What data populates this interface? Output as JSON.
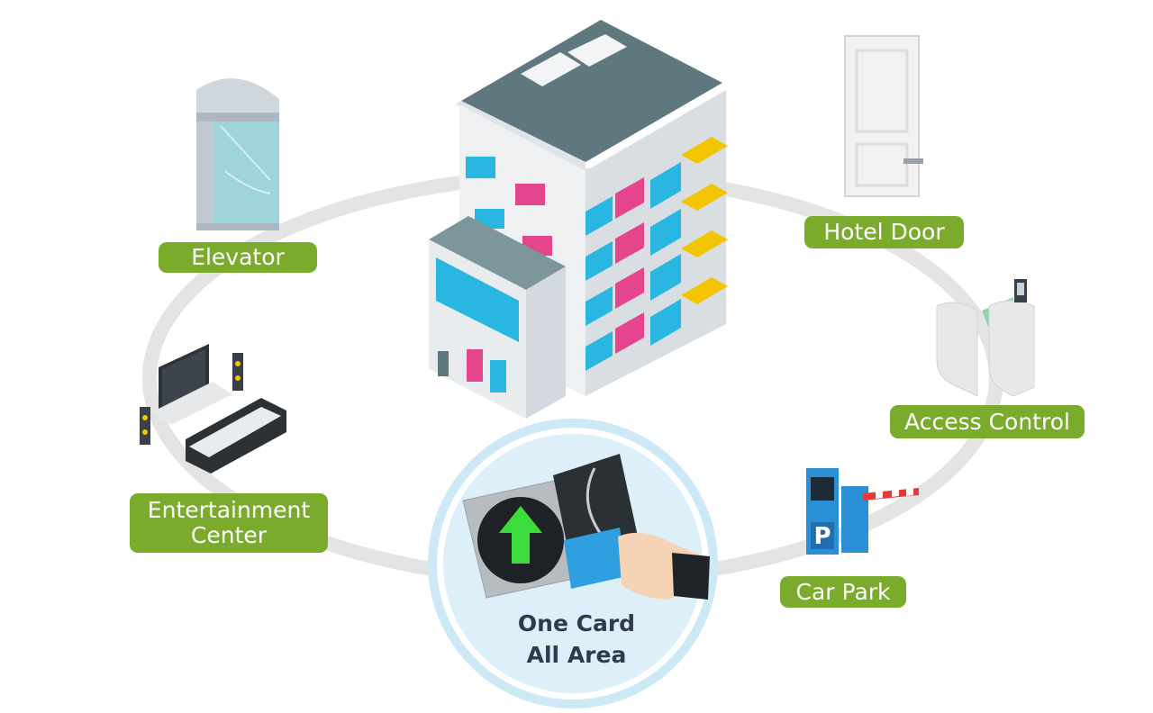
{
  "labels": {
    "elevator": "Elevator",
    "hotel_door": "Hotel Door",
    "access_control": "Access Control",
    "entertainment_line1": "Entertainment",
    "entertainment_line2": "Center",
    "car_park": "Car Park"
  },
  "center": {
    "line1": "One Card",
    "line2": "All Area"
  },
  "parking_sign": "P",
  "colors": {
    "label_green": "#7aab2c",
    "ring_gray": "#e4e4e4",
    "circle_blue": "#cde9f6",
    "glass_cyan": "#29b6e0",
    "arrow_green": "#3ddc3d",
    "magenta": "#e5458c",
    "awning_yellow": "#f2c500"
  },
  "icons": [
    "elevator-icon",
    "hotel-building-icon",
    "door-icon",
    "turnstile-icon",
    "tv-sofa-icon",
    "parking-barrier-icon",
    "card-reader-icon",
    "hand-card-icon"
  ]
}
